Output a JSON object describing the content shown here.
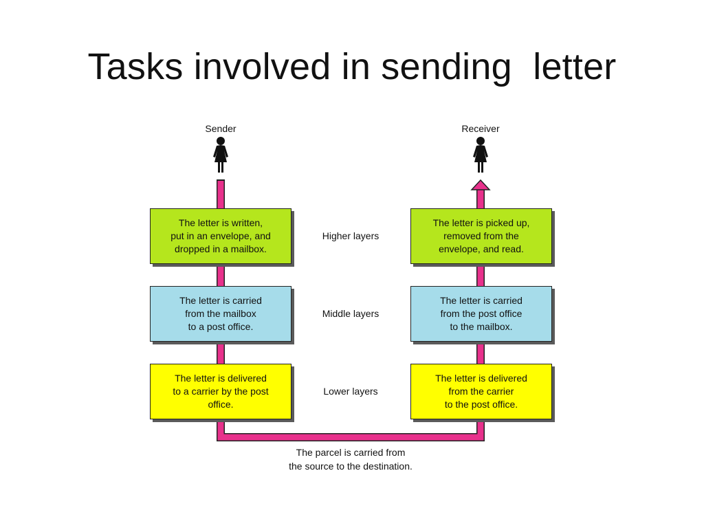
{
  "title": "Tasks involved in sending  letter",
  "colors": {
    "path": "#e8318c",
    "path_outline": "#222222",
    "higher": "#b5e61d",
    "middle": "#a6dcea",
    "lower": "#ffff00",
    "shadow": "#5a5a5a"
  },
  "sender": {
    "label": "Sender",
    "icon": "person-icon"
  },
  "receiver": {
    "label": "Receiver",
    "icon": "person-icon"
  },
  "layers": [
    {
      "label": "Higher layers",
      "sender_text": "The letter is written,\nput in an envelope, and\ndropped in a mailbox.",
      "receiver_text": "The letter is picked up,\nremoved from the\nenvelope, and read."
    },
    {
      "label": "Middle layers",
      "sender_text": "The letter is carried\nfrom the mailbox\nto a post office.",
      "receiver_text": "The letter is carried\nfrom the post office\nto the mailbox."
    },
    {
      "label": "Lower layers",
      "sender_text": "The letter is delivered\nto a carrier by the post\noffice.",
      "receiver_text": "The letter is delivered\nfrom the carrier\nto the post office."
    }
  ],
  "transit_caption": "The parcel is carried from\nthe source to the destination."
}
